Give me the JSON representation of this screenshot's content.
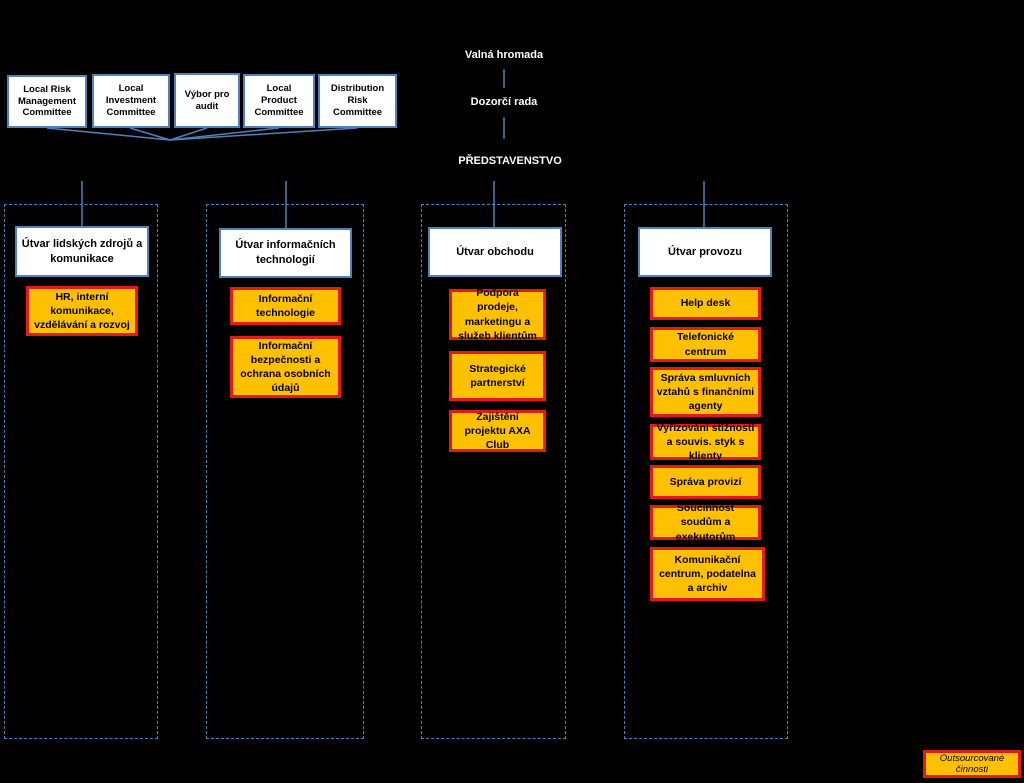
{
  "governance": {
    "general_meeting": "Valná hromada",
    "supervisory_board": "Dozorčí rada",
    "board_of_directors": "PŘEDSTAVENSTVO"
  },
  "committees": [
    "Local Risk Management Committee",
    "Local Investment Committee",
    "Výbor pro audit",
    "Local Product Committee",
    "Distribution Risk Committee"
  ],
  "departments": [
    {
      "name": "Útvar lidských zdrojů a komunikace",
      "activities": [
        "HR,  interní komunikace, vzdělávání a rozvoj"
      ]
    },
    {
      "name": "Útvar informačních technologií",
      "activities": [
        "Informační technologie",
        "Informační bezpečnosti a ochrana osobních údajů"
      ]
    },
    {
      "name": "Útvar obchodu",
      "activities": [
        "Podpora prodeje, marketingu a služeb klientům",
        "Strategické partnerství",
        "Zajištění projektu AXA Club"
      ]
    },
    {
      "name": "Útvar provozu",
      "activities": [
        "Help desk",
        "Telefonické centrum",
        "Správa smluvních vztahů s finančními agenty",
        "Vyřizování stížností a souvis. styk s klienty",
        "Správa provizí",
        "Součinnost soudům a exekutorům",
        "Komunikační centrum, podatelna a archiv"
      ]
    }
  ],
  "legend": {
    "outsourced": "Outsourcované činnosti"
  },
  "colors": {
    "background": "#000000",
    "box_border": "#4f81bd",
    "activity_fill": "#ffc000",
    "activity_border": "#e31a1c"
  }
}
